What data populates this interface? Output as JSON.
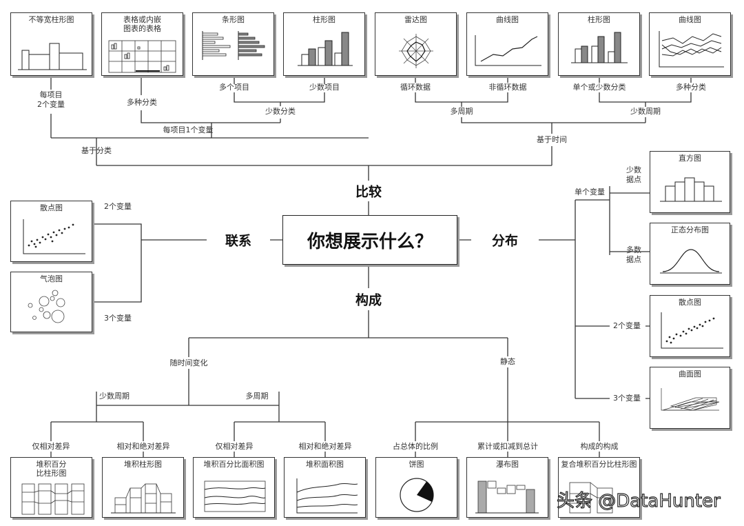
{
  "center": "你想展示什么？",
  "branches": {
    "compare": "比较",
    "relation": "联系",
    "distribution": "分布",
    "composition": "构成"
  },
  "cards": {
    "c1": "不等宽柱形图",
    "c2": "表格或内嵌\n图表的表格",
    "c3": "条形图",
    "c4": "柱形图",
    "c5": "雷达图",
    "c6": "曲线图",
    "c7": "柱形图",
    "c8": "曲线图",
    "scatter1": "散点图",
    "bubble": "气泡图",
    "histogram": "直方图",
    "normal": "正态分布图",
    "scatter2": "散点图",
    "surface": "曲面图",
    "b1": "堆积百分\n比柱形图",
    "b2": "堆积柱形图",
    "b3": "堆积百分比面积图",
    "b4": "堆积面积图",
    "b5": "饼图",
    "b6": "瀑布图",
    "b7": "复合堆积百分比柱形图"
  },
  "labels": {
    "per_item_two_var": "每项目\n2个变量",
    "many_categories": "多种分类",
    "many_items": "多个项目",
    "few_items": "少数项目",
    "per_item_one_var": "每项目1个变量",
    "few_categories": "少数分类",
    "by_category": "基于分类",
    "cyclic": "循环数据",
    "noncyclic": "非循环数据",
    "single_or_few": "单个或少数分类",
    "many_categories2": "多种分类",
    "many_periods": "多周期",
    "few_periods": "少数周期",
    "by_time": "基于时间",
    "two_var": "2个变量",
    "three_var": "3个变量",
    "single_var": "单个变量",
    "few_points": "少数\n据点",
    "many_points": "多数\n据点",
    "dist_two_var": "2个变量",
    "dist_three_var": "3个变量",
    "over_time": "随时间变化",
    "static": "静态",
    "few_periods_b": "少数周期",
    "many_periods_b": "多周期",
    "rel_diff_1": "仅相对差异",
    "rel_abs_1": "相对和绝对差异",
    "rel_diff_2": "仅相对差异",
    "rel_abs_2": "相对和绝对差异",
    "share_total": "占总体的比例",
    "accum": "累计或扣减到总计",
    "comp_of_comp": "构成的构成"
  },
  "watermark": "头条 @DataHunter"
}
